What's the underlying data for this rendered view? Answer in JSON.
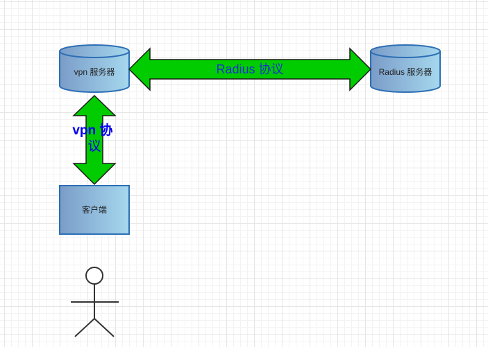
{
  "colors": {
    "node_gradient_start": "#7a9cc8",
    "node_gradient_end": "#a6d8ee",
    "node_border": "#2d6fb5",
    "arrow_fill": "#00cc00",
    "arrow_border": "#1a1a1a",
    "arrow_text": "#1a33cc",
    "vertical_text": "#0000ee"
  },
  "nodes": {
    "vpn_server": {
      "label": "vpn 服务器"
    },
    "radius_server": {
      "label": "Radius 服务器"
    },
    "client": {
      "label": "客户端"
    }
  },
  "connectors": {
    "radius_protocol": {
      "label": "Radius 协议"
    },
    "vpn_protocol": {
      "label_line1": "vpn 协",
      "label_line2": "议"
    }
  },
  "actor": {
    "icon": "user-actor-icon"
  }
}
